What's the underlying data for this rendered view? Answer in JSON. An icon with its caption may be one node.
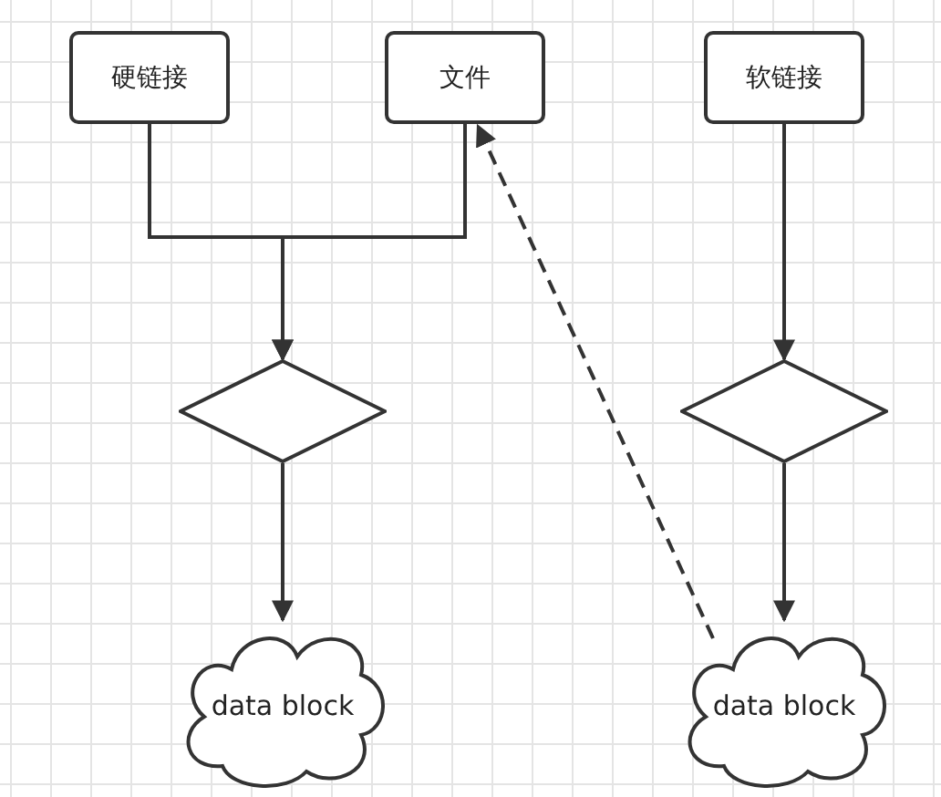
{
  "diagram": {
    "nodes": [
      {
        "text": [
          "硬链接"
        ]
      },
      {
        "text": [
          "文件"
        ]
      },
      {
        "text": [
          "软链接"
        ]
      },
      {
        "text": [],
        "shape": "diamond"
      },
      {
        "text": [],
        "shape": "diamond"
      },
      {
        "text": [
          "data block"
        ]
      },
      {
        "text": [
          "data block"
        ]
      }
    ],
    "edges": [
      {
        "from": 0,
        "to": 3,
        "arrow": "to"
      },
      {
        "from": 1,
        "to": 3,
        "arrow": "to"
      },
      {
        "from": 2,
        "to": 4,
        "arrow": "to"
      },
      {
        "from": 3,
        "to": 5,
        "arrow": "to"
      },
      {
        "from": 4,
        "to": 6,
        "arrow": "to"
      },
      {
        "from": 6,
        "to": 1,
        "arrow": "to",
        "style": "dashed"
      }
    ]
  }
}
